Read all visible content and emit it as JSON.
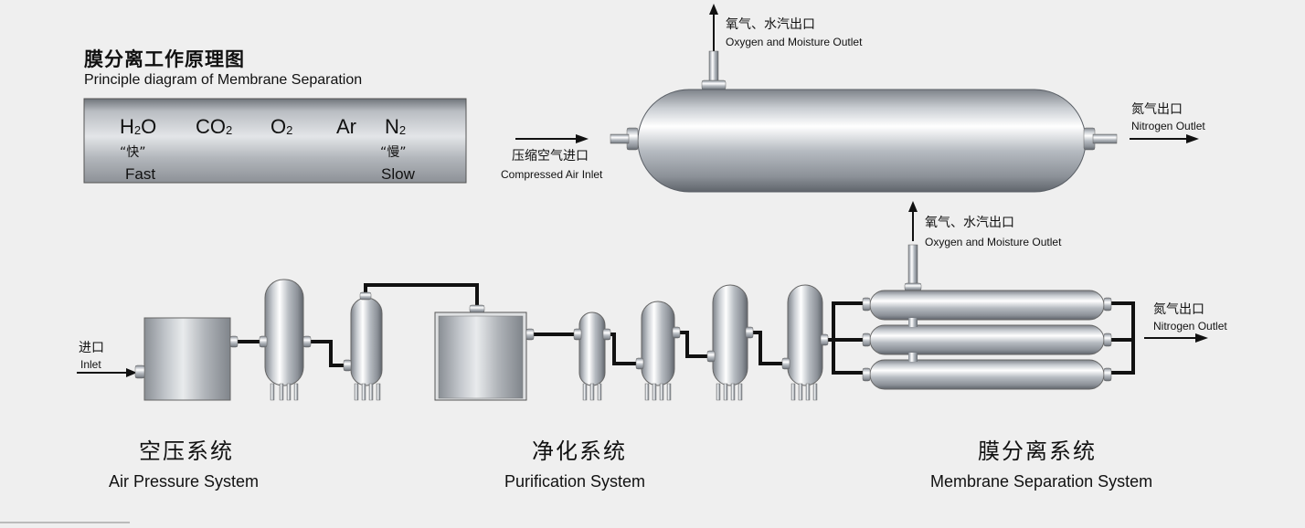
{
  "principle": {
    "title_zh": "膜分离工作原理图",
    "title_en": "Principle diagram of Membrane Separation",
    "gases": [
      {
        "base": "H",
        "sub": "2",
        "tail": "O"
      },
      {
        "base": "CO",
        "sub": "2",
        "tail": ""
      },
      {
        "base": "O",
        "sub": "2",
        "tail": ""
      },
      {
        "base": "Ar",
        "sub": "",
        "tail": ""
      },
      {
        "base": "N",
        "sub": "2",
        "tail": ""
      }
    ],
    "fast_zh": "“快”",
    "fast_en": "Fast",
    "slow_zh": "“慢”",
    "slow_en": "Slow"
  },
  "detail_vessel": {
    "top_outlet_zh": "氧气、水汽出口",
    "top_outlet_en": "Oxygen and Moisture Outlet",
    "inlet_zh": "压缩空气进口",
    "inlet_en": "Compressed Air Inlet",
    "nitrogen_zh": "氮气出口",
    "nitrogen_en": "Nitrogen Outlet"
  },
  "process": {
    "inlet_zh": "进口",
    "inlet_en": "Inlet",
    "oxygen_outlet_zh": "氧气、水汽出口",
    "oxygen_outlet_en": "Oxygen and Moisture Outlet",
    "nitrogen_zh": "氮气出口",
    "nitrogen_en": "Nitrogen Outlet"
  },
  "systems": [
    {
      "zh": "空压系统",
      "en": "Air Pressure System"
    },
    {
      "zh": "净化系统",
      "en": "Purification System"
    },
    {
      "zh": "膜分离系统",
      "en": "Membrane Separation System"
    }
  ]
}
